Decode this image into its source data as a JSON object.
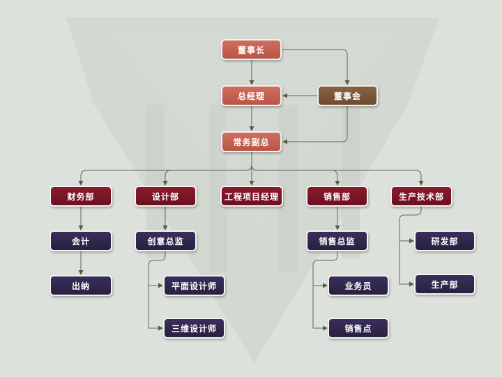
{
  "colors": {
    "background": "#dde1dc",
    "top_level": "#c45e50",
    "board": "#7c5539",
    "department": "#7a1527",
    "sub_unit": "#2f2650",
    "connector": "#5a6a4d"
  },
  "nodes": {
    "chairman": "董事长",
    "general_manager": "总经理",
    "board": "董事会",
    "executive_vp": "常务副总",
    "finance_dept": "财务部",
    "design_dept": "设计部",
    "project_manager": "工程项目经理",
    "sales_dept": "销售部",
    "tech_dept": "生产技术部",
    "accountant": "会计",
    "cashier": "出纳",
    "creative_director": "创意总监",
    "graphic_designer": "平面设计师",
    "3d_designer": "三维设计师",
    "sales_director": "销售总监",
    "salesperson": "业务员",
    "sales_outlet": "销售点",
    "rnd_dept": "研发部",
    "production_dept": "生产部"
  }
}
